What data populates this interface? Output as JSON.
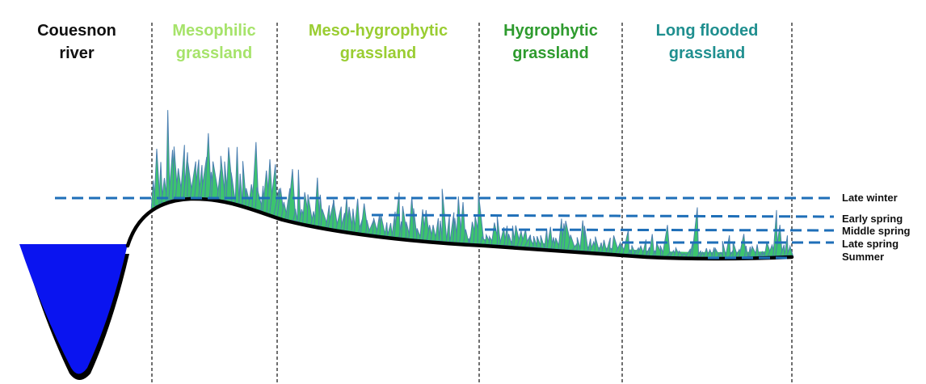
{
  "zones": [
    {
      "line1": "Couesnon",
      "line2": "river",
      "color": "#111111"
    },
    {
      "line1": "Mesophilic",
      "line2": "grassland",
      "color": "#a6e36a"
    },
    {
      "line1": "Meso-hygrophytic",
      "line2": "grassland",
      "color": "#9acd32"
    },
    {
      "line1": "Hygrophytic",
      "line2": "grassland",
      "color": "#2e9b2e"
    },
    {
      "line1": "Long flooded",
      "line2": "grassland",
      "color": "#1f8f8f"
    }
  ],
  "water_levels": [
    {
      "label": "Late  winter"
    },
    {
      "label": "Early spring"
    },
    {
      "label": "Middle spring"
    },
    {
      "label": "Late spring"
    },
    {
      "label": "Summer"
    }
  ],
  "colors": {
    "river": "#0a14f0",
    "water_line": "#1f6fb8",
    "grass_fill": "#3cc46e",
    "grass_edge": "#4a7fb0",
    "ground": "#000000",
    "divider": "#222222"
  }
}
